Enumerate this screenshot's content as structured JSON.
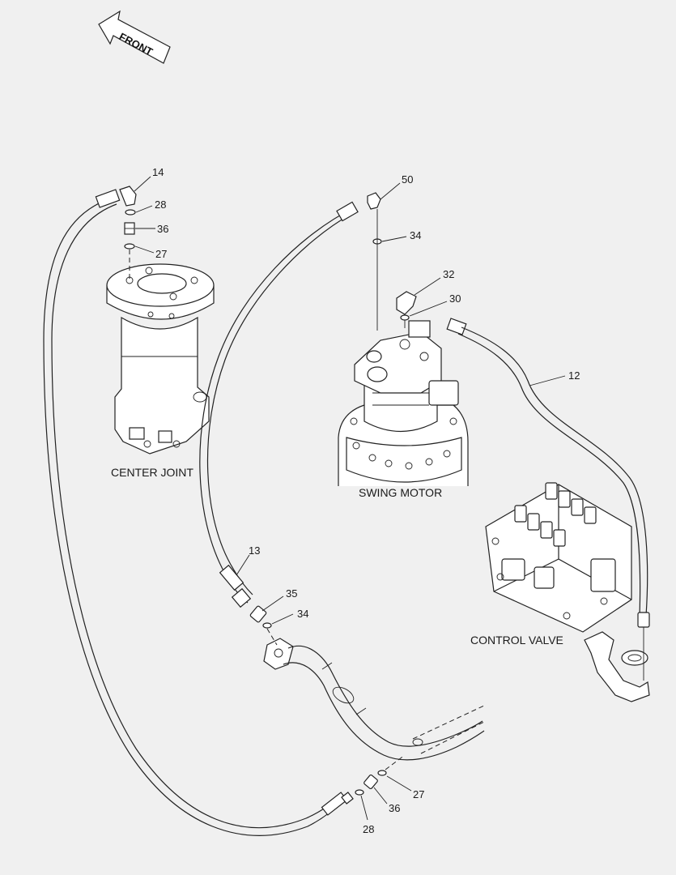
{
  "direction": {
    "label": "FRONT"
  },
  "components": {
    "center_joint": "CENTER JOINT",
    "swing_motor": "SWING MOTOR",
    "control_valve": "CONTROL VALVE"
  },
  "callouts": {
    "c14": "14",
    "c28_top": "28",
    "c36_top": "36",
    "c27_top": "27",
    "c50": "50",
    "c34_top": "34",
    "c32": "32",
    "c30": "30",
    "c12": "12",
    "c13": "13",
    "c35": "35",
    "c34_mid": "34",
    "c27_bot": "27",
    "c36_bot": "36",
    "c28_bot": "28"
  }
}
